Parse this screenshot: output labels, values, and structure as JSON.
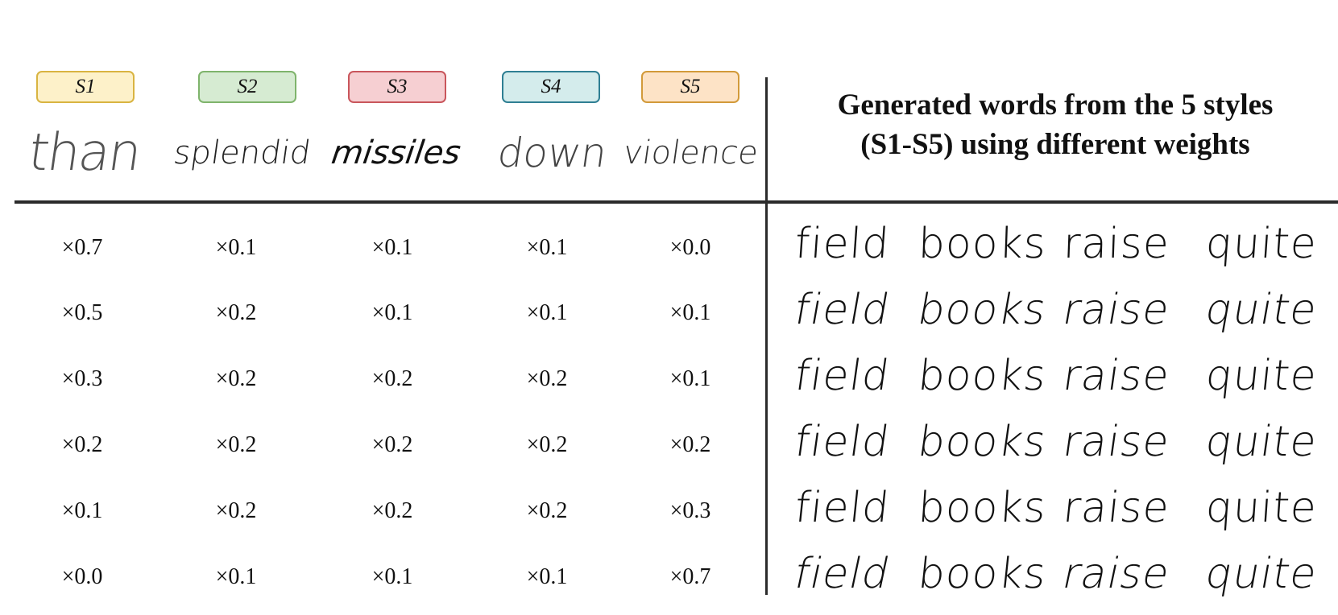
{
  "styles": [
    {
      "label": "S1",
      "word": "than",
      "fill": "#fdf1c9",
      "border": "#d9b441"
    },
    {
      "label": "S2",
      "word": "splendid",
      "fill": "#d6ebd2",
      "border": "#7fb46c"
    },
    {
      "label": "S3",
      "word": "missiles",
      "fill": "#f6cfd2",
      "border": "#c9565c"
    },
    {
      "label": "S4",
      "word": "down",
      "fill": "#d4ecec",
      "border": "#2f7f93"
    },
    {
      "label": "S5",
      "word": "violence",
      "fill": "#fde3c6",
      "border": "#d29a3a"
    }
  ],
  "title_lines": [
    "Generated words from the 5 styles",
    "(S1-S5) using different weights"
  ],
  "weight_rows": [
    [
      "×0.7",
      "×0.1",
      "×0.1",
      "×0.1",
      "×0.0"
    ],
    [
      "×0.5",
      "×0.2",
      "×0.1",
      "×0.1",
      "×0.1"
    ],
    [
      "×0.3",
      "×0.2",
      "×0.2",
      "×0.2",
      "×0.1"
    ],
    [
      "×0.2",
      "×0.2",
      "×0.2",
      "×0.2",
      "×0.2"
    ],
    [
      "×0.1",
      "×0.2",
      "×0.2",
      "×0.2",
      "×0.3"
    ],
    [
      "×0.0",
      "×0.1",
      "×0.1",
      "×0.1",
      "×0.7"
    ]
  ],
  "generated_words": [
    "field",
    "books",
    "raise",
    "quite"
  ]
}
